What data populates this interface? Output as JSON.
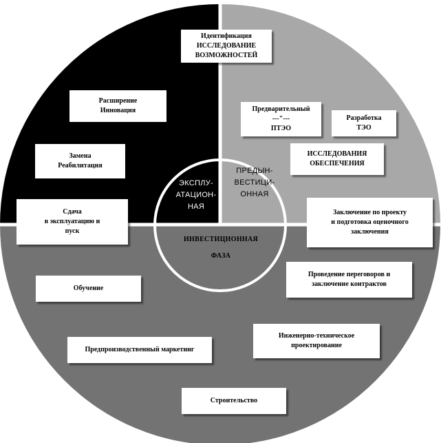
{
  "phases": {
    "exploitation": [
      "ЭКСПЛУ-",
      "АТАЦИОН-",
      "НАЯ"
    ],
    "preinvestment": [
      "ПРЕДЫН-",
      "ВЕСТИЦИ-",
      "ОННАЯ"
    ],
    "investment": [
      "ИНВЕСТИЦИОННАЯ",
      "ФАЗА"
    ]
  },
  "boxes": {
    "identification": [
      "Идентификация",
      "ИССЛЕДОВАНИЕ",
      "ВОЗМОЖНОСТЕЙ"
    ],
    "preliminary_teo": [
      "Предварительный",
      "---\"---",
      "ПТЭО"
    ],
    "development_teo": [
      "Разработка",
      "ТЭО"
    ],
    "support_research": [
      "ИССЛЕДОВАНИЯ",
      "ОБЕСПЕЧЕНИЯ"
    ],
    "project_conclusion": [
      "Заключение по проекту",
      "и подготовка оценочного",
      "заключения"
    ],
    "negotiations": [
      "Проведение переговоров и",
      "заключение контрактов"
    ],
    "engineering": [
      "Инженерно-техническое",
      "проектирование"
    ],
    "construction": [
      "Строительство"
    ],
    "marketing": [
      "Предпроизводственный маркетинг"
    ],
    "training": [
      "Обучение"
    ],
    "commissioning": [
      "Сдача",
      "в эксплуатацию и",
      "пуск"
    ],
    "replacement": [
      "Замена",
      "Реабилитация"
    ],
    "expansion": [
      "Расширение",
      "Инновация"
    ]
  },
  "colors": {
    "exploitation": "#000000",
    "preinvestment": "#a8a8a8",
    "investment": "#737373",
    "center_ring": "#ffffff"
  }
}
